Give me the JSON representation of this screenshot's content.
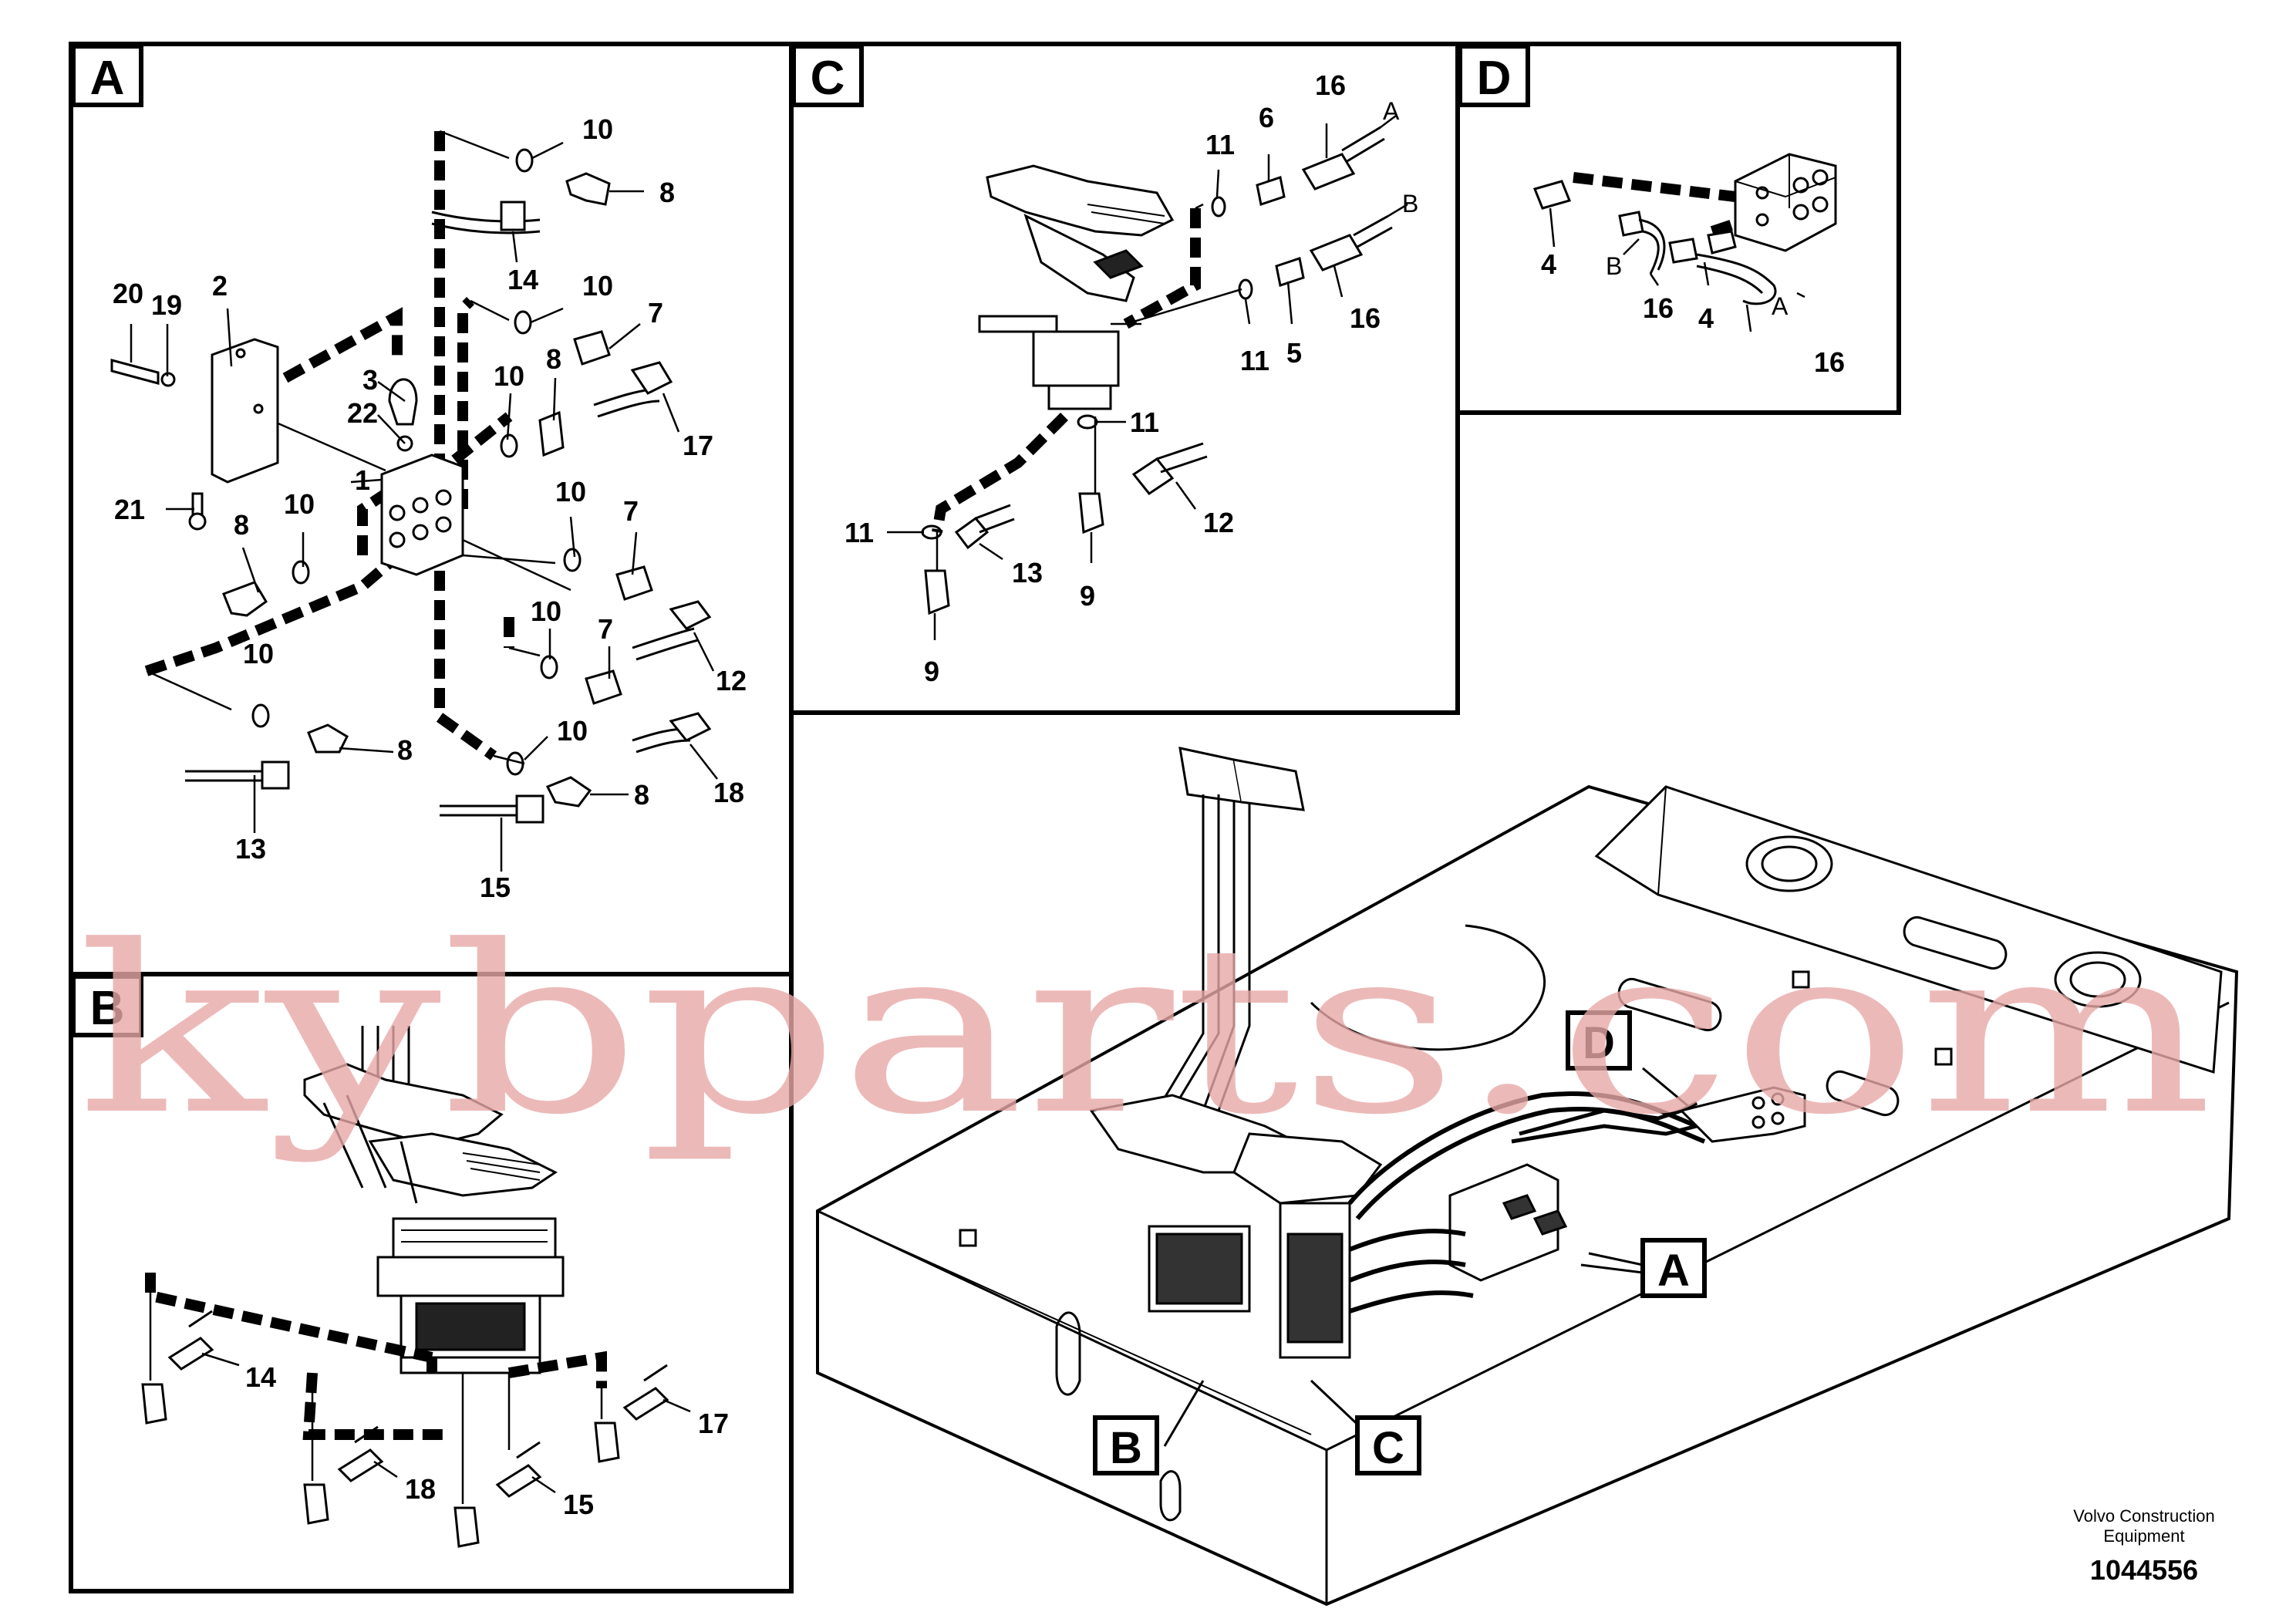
{
  "panels": {
    "A": "A",
    "B": "B",
    "C": "C",
    "D": "D"
  },
  "callouts": {
    "A": "A",
    "B": "B",
    "C": "C",
    "D": "D"
  },
  "parts_A": {
    "p1": "1",
    "p2": "2",
    "p3": "3",
    "p7a": "7",
    "p7b": "7",
    "p7c": "7",
    "p8a": "8",
    "p8b": "8",
    "p8c": "8",
    "p8d": "8",
    "p8e": "8",
    "p10a": "10",
    "p10b": "10",
    "p10c": "10",
    "p10d": "10",
    "p10e": "10",
    "p10f": "10",
    "p10g": "10",
    "p10h": "10",
    "p12": "12",
    "p13": "13",
    "p14": "14",
    "p15": "15",
    "p17": "17",
    "p18": "18",
    "p19": "19",
    "p20": "20",
    "p21": "21",
    "p22": "22"
  },
  "parts_B": {
    "p14": "14",
    "p15": "15",
    "p17": "17",
    "p18": "18"
  },
  "parts_C": {
    "p5": "5",
    "p6": "6",
    "p9a": "9",
    "p9b": "9",
    "p11a": "11",
    "p11b": "11",
    "p11c": "11",
    "p11d": "11",
    "p12": "12",
    "p13": "13",
    "p16a": "16",
    "p16b": "16",
    "hoseA": "A",
    "hoseB": "B"
  },
  "parts_D": {
    "p4a": "4",
    "p4b": "4",
    "p16a": "16",
    "p16b": "16",
    "hoseA": "A",
    "hoseB": "B"
  },
  "footer": {
    "brand_line1": "Volvo Construction",
    "brand_line2": "Equipment",
    "drawing_number": "1044556"
  },
  "watermark": "kybparts.com"
}
